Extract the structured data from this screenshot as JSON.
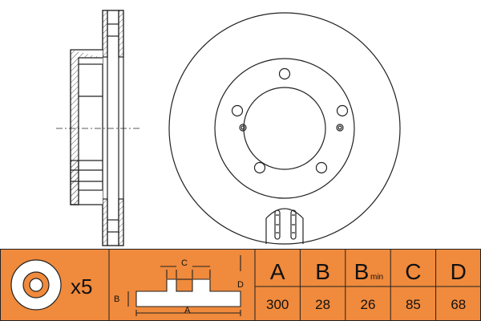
{
  "bolt_count_label": "x5",
  "schematic_labels": {
    "A": "A",
    "B": "B",
    "C": "C",
    "D": "D"
  },
  "spec_table": {
    "columns": [
      {
        "key": "A",
        "header": "A",
        "sub": "",
        "value": "300"
      },
      {
        "key": "B",
        "header": "B",
        "sub": "",
        "value": "28"
      },
      {
        "key": "Bmin",
        "header": "B",
        "sub": "min",
        "value": "26"
      },
      {
        "key": "C",
        "header": "C",
        "sub": "",
        "value": "85"
      },
      {
        "key": "D",
        "header": "D",
        "sub": "",
        "value": "68"
      }
    ]
  },
  "colors": {
    "band": "#f08a3c",
    "line": "#222222",
    "background": "#ffffff"
  }
}
